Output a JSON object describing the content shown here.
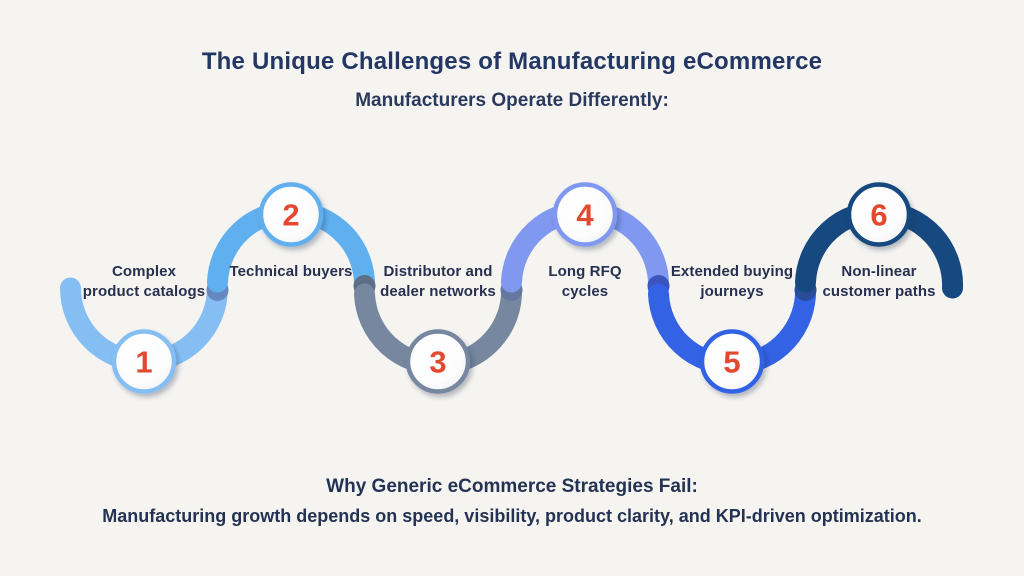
{
  "title": "The Unique Challenges of Manufacturing eCommerce",
  "subtitle": "Manufacturers Operate Differently:",
  "steps": [
    {
      "number": "1",
      "label": "Complex product catalogs",
      "color": "#85BEF3",
      "shadow": null
    },
    {
      "number": "2",
      "label": "Technical buyers",
      "color": "#60B0F0",
      "shadow": "#6488BF"
    },
    {
      "number": "3",
      "label": "Distributor and dealer networks",
      "color": "#76879F",
      "shadow": "#5E6E86"
    },
    {
      "number": "4",
      "label": "Long RFQ cycles",
      "color": "#8098F0",
      "shadow": "#64789F"
    },
    {
      "number": "5",
      "label": "Extended buying journeys",
      "color": "#3362E4",
      "shadow": "#3C55BD"
    },
    {
      "number": "6",
      "label": "Non-linear customer paths",
      "color": "#16497F",
      "shadow": "#2B4B9B"
    }
  ],
  "footer": {
    "heading": "Why Generic eCommerce Strategies Fail:",
    "body": "Manufacturing growth depends on speed, visibility, product clarity, and KPI-driven optimization."
  },
  "colors": {
    "background": "#F6F4F1",
    "title_text": "#223763",
    "label_text": "#28304F",
    "number_red": "#E3492F",
    "circle_fill": "#FFFFFF"
  }
}
